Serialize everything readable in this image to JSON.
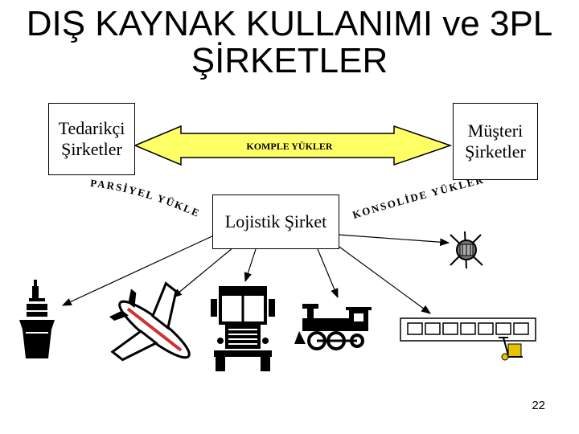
{
  "title_line1": "DIŞ KAYNAK KULLANIMI ve 3PL",
  "title_line2": "ŞİRKETLER",
  "supplier_box": {
    "line1": "Tedarikçi",
    "line2": "Şirketler"
  },
  "customer_box": {
    "line1": "Müşteri",
    "line2": "Şirketler"
  },
  "logistics_box": "Lojistik Şirket",
  "arrow_label": "KOMPLE YÜKLER",
  "left_curve_label": "PARSİYEL YÜKLER",
  "right_curve_label": "KONSOLİDE YÜKLER",
  "page_number": "22",
  "icons": [
    "ship-icon",
    "airplane-icon",
    "truck-icon",
    "train-icon",
    "satellite-icon",
    "conveyor-icon",
    "hand-truck-icon"
  ]
}
